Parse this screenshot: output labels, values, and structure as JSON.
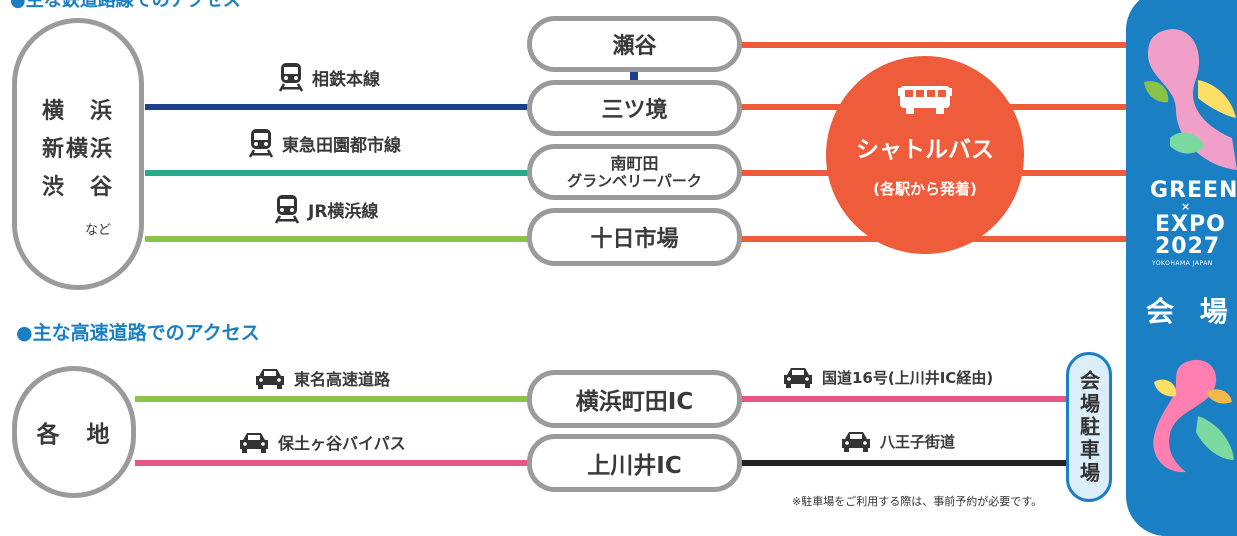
{
  "top_header": "●主な鉄道路線でのアクセス",
  "rail": {
    "origin": {
      "line1": "横　浜",
      "line2": "新横浜",
      "line3": "渋　谷",
      "etc": "など"
    },
    "lines": [
      {
        "name": "相鉄本線",
        "color": "#1e3e8f"
      },
      {
        "name": "東急田園都市線",
        "color": "#28a98a"
      },
      {
        "name": "JR横浜線",
        "color": "#8bc34a"
      }
    ],
    "stations": [
      {
        "name": "瀬谷"
      },
      {
        "name": "三ツ境"
      },
      {
        "name_line1": "南町田",
        "name_line2": "グランベリーパーク"
      },
      {
        "name": "十日市場"
      }
    ],
    "shuttle": {
      "title": "シャトルバス",
      "subtitle": "(各駅から発着)",
      "color": "#ee5c3c"
    }
  },
  "road_section_title": "●主な高速道路でのアクセス",
  "road": {
    "origin": "各　地",
    "routes_in": [
      {
        "name": "東名高速道路",
        "color": "#8bc34a"
      },
      {
        "name": "保土ヶ谷バイパス",
        "color": "#e8558a"
      }
    ],
    "interchanges": [
      {
        "name": "横浜町田IC"
      },
      {
        "name": "上川井IC"
      }
    ],
    "routes_out": [
      {
        "name": "国道16号(上川井IC経由)",
        "color": "#e8558a"
      },
      {
        "name": "八王子街道",
        "color": "#222222"
      }
    ],
    "parking": "会場駐車場",
    "note": "※駐車場をご利用する際は、事前予約が必要です。"
  },
  "venue": {
    "logo_green": "GREEN",
    "logo_x": "×",
    "logo_expo": "EXPO",
    "logo_year": "2027",
    "logo_sub": "YOKOHAMA JAPAN",
    "label": "会 場",
    "color": "#1b7fc4"
  }
}
